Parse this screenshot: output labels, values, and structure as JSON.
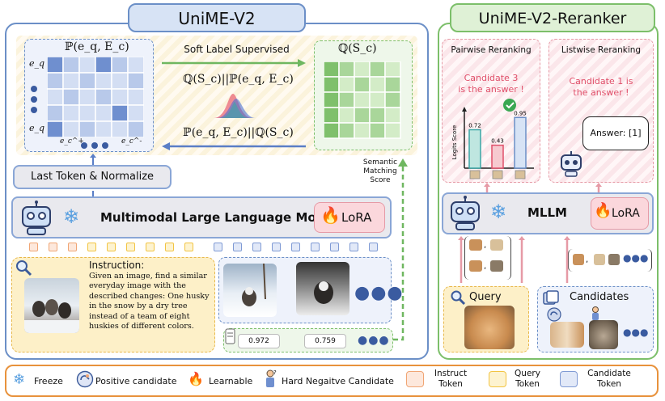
{
  "left": {
    "title": "UniME-V2",
    "p_matrix_label": "ℙ(e_q, E_c)",
    "q_matrix_label": "ℚ(S_c)",
    "soft_label": "Soft Label Supervised",
    "kl_top": "ℚ(S_c)||ℙ(e_q, E_c)",
    "kl_bottom": "ℙ(e_q, E_c)||ℚ(S_c)",
    "row_label_top": "e_q",
    "row_label_bottom": "e_q",
    "col_label_left": "e_c^+",
    "col_label_right": "e_c^-",
    "last_token": "Last Token & Normalize",
    "mllm": "Multimodal Large Language Model",
    "lora": "LoRA",
    "semantic": [
      "Semantic",
      "Matching",
      "Score"
    ],
    "instruction_title": "Instruction:",
    "instruction_text": "Given an image, find a similar everyday image with the described changes: One husky in the snow by a dry tree instead of a team of eight huskies of different colors.",
    "scores": [
      "0.972",
      "0.759"
    ]
  },
  "right": {
    "title": "UniME-V2-Reranker",
    "pairwise": "Pairwise Reranking",
    "listwise": "Listwise Reranking",
    "pair_answer": [
      "Candidate 3",
      "is the answer !"
    ],
    "list_answer": [
      "Candidate 1 is",
      "the answer !"
    ],
    "bar_axis": "Logits Score",
    "bars": [
      0.72,
      0.43,
      0.95
    ],
    "bar_labels": [
      "0.72",
      "0.43",
      "0.95"
    ],
    "answer_bubble": "Answer: [1]",
    "mllm": "MLLM",
    "lora": "LoRA",
    "query": "Query",
    "candidates": "Candidates"
  },
  "legend": {
    "freeze": "Freeze",
    "positive": "Positive candidate",
    "learnable": "Learnable",
    "hard_negative": "Hard Negaitve Candidate",
    "instruct_token": [
      "Instruct",
      "Token"
    ],
    "query_token": [
      "Query",
      "Token"
    ],
    "candidate_token": [
      "Candidate",
      "Token"
    ]
  },
  "colors": {
    "blue_border": "#6b8fc7",
    "green_border": "#7cbf6a",
    "orange_border": "#e8923c",
    "heat_dark": "#6f8fcf",
    "heat_light": "#d3def3",
    "q_dark": "#7fc06c",
    "q_light": "#d3ecc7"
  }
}
